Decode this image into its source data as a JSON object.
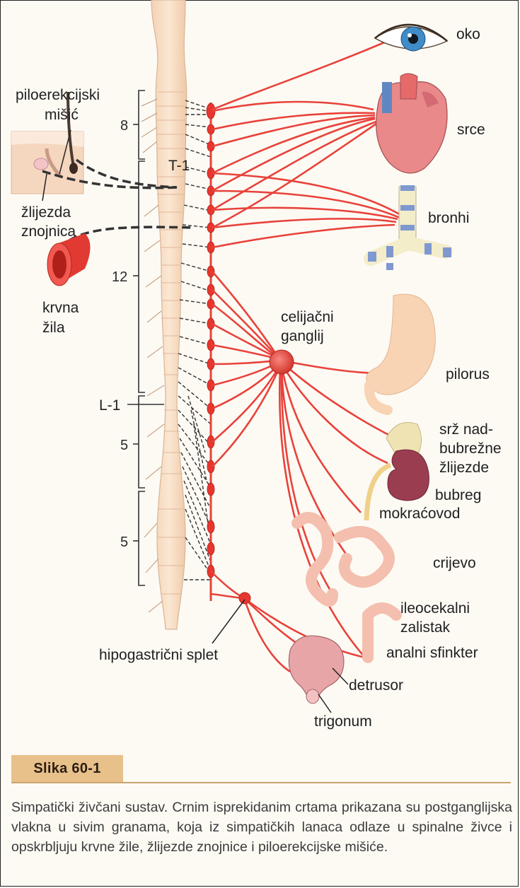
{
  "labels": {
    "piloerekcijski": "piloerekcijski",
    "misic": "mišić",
    "zlijezda": "žlijezda",
    "znojnica": "znojnica",
    "krvna": "krvna",
    "zila": "žila",
    "oko": "oko",
    "srce": "srce",
    "bronhi": "bronhi",
    "celijacni": "celijačni",
    "ganglij": "ganglij",
    "pilorus": "pilorus",
    "srz_nad": "srž nad-",
    "bubrezne": "bubrežne",
    "zlijezde": "žlijezde",
    "bubreg": "bubreg",
    "mokracovod": "mokraćovod",
    "crijevo": "crijevo",
    "ileocekalni": "ileocekalni",
    "zalistak": "zalistak",
    "analni_sfinkter": "analni sfinkter",
    "detrusor": "detrusor",
    "trigonum": "trigonum",
    "hipogastricni_splet": "hipogastrični splet"
  },
  "spine": {
    "segment_8": "8",
    "t1": "T-1",
    "segment_12": "12",
    "l1": "L-1",
    "segment_5a": "5",
    "segment_5b": "5"
  },
  "figure": {
    "label": "Slika 60-1",
    "caption": "Simpatički živčani sustav. Crnim isprekidanim crtama prikazana su postganglijska vlakna u sivim granama, koja iz simpatičkih lanaca odlaze u spinalne živce i opskrbljuju krvne žile, žlijezde znojnice i piloerekcijske mišiće."
  },
  "colors": {
    "nerve_red": "#e8423a",
    "ganglion_red": "#e8362e",
    "spine_fill": "#f6dcc3",
    "dashed_black": "#333333"
  }
}
